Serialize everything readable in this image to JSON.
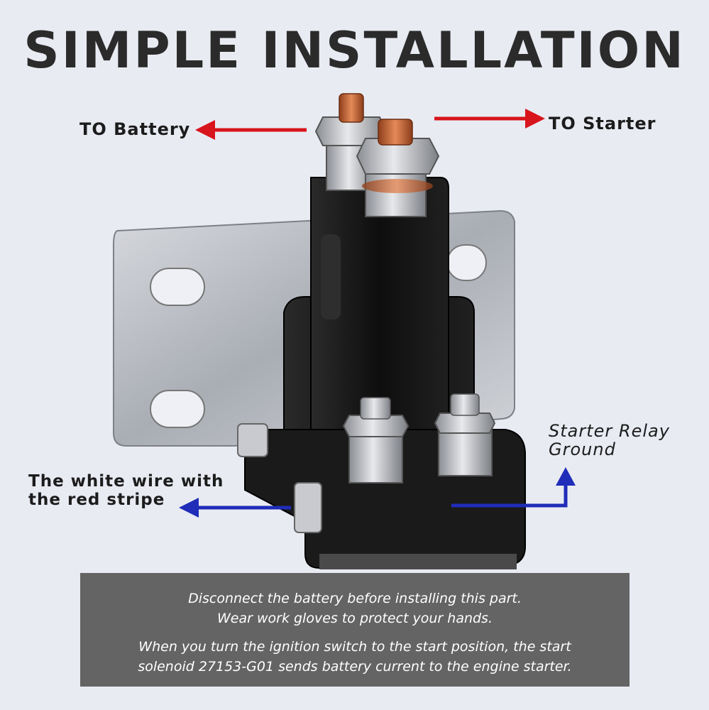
{
  "title": "SIMPLE INSTALLATION",
  "labels": {
    "to_battery": "TO Battery",
    "to_starter": "TO Starter",
    "relay_ground_line1": "Starter Relay",
    "relay_ground_line2": "Ground",
    "white_wire_line1": "The white wire with",
    "white_wire_line2": "the red stripe"
  },
  "notice": {
    "line1": "Disconnect the battery before installing this part.",
    "line2": "Wear work gloves to protect your hands.",
    "line3": "When you turn the ignition switch to the start position, the start",
    "line4": "solenoid 27153-G01 sends battery current to the engine starter."
  },
  "colors": {
    "background": "#e9ebf3",
    "title": "#2b2b2b",
    "arrow_red": "#d8141c",
    "arrow_blue": "#1f2db8",
    "notice_bg": "#646464",
    "solenoid_body": "#141414",
    "bracket": "#b9bcc2",
    "copper": "#c96a3c"
  }
}
